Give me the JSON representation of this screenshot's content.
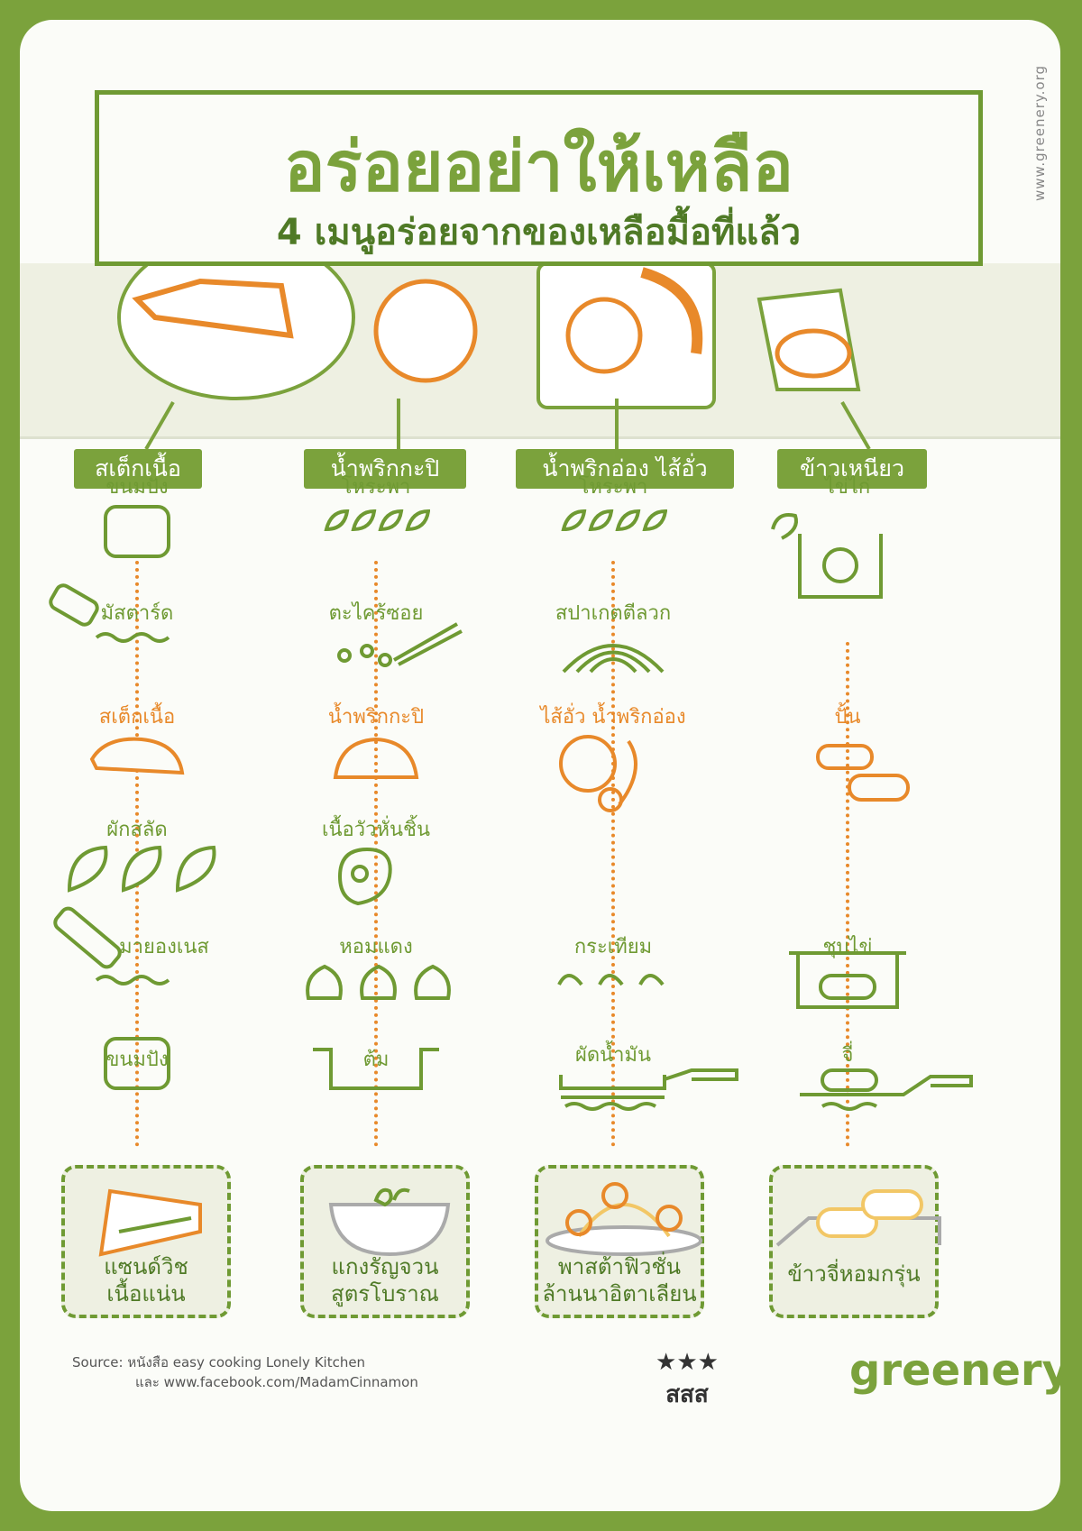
{
  "header": {
    "title": "อร่อยอย่าให้เหลือ",
    "subtitle": "4 เมนูอร่อยจากของเหลือมื้อที่แล้ว",
    "side_url": "www.greenery.org"
  },
  "colors": {
    "green": "#7ba23c",
    "dark_green": "#4f7a26",
    "orange": "#e8892a"
  },
  "columns": [
    {
      "leftover": "สเต็กเนื้อ",
      "steps": [
        "ขนมปัง",
        "มัสตาร์ด",
        "สเต็กเนื้อ",
        "ผักสลัด",
        "มายองเนส",
        "ขนมปัง"
      ],
      "result": [
        "แซนด์วิช",
        "เนื้อแน่น"
      ]
    },
    {
      "leftover": "น้ำพริกกะปิ",
      "steps": [
        "โหระพา",
        "ตะไคร้ซอย",
        "น้ำพริกกะปิ",
        "เนื้อวัวหั่นชิ้น",
        "หอมแดง",
        "ต้ม"
      ],
      "result": [
        "แกงรัญจวน",
        "สูตรโบราณ"
      ]
    },
    {
      "leftover": "น้ำพริกอ่อง ไส้อั่ว",
      "steps": [
        "โหระพา",
        "สปาเกตตีลวก",
        "ไส้อั่ว น้ำพริกอ่อง",
        "กระเทียม",
        "ผัดน้ำมัน"
      ],
      "result": [
        "พาสต้าฟิวชั่น",
        "ล้านนาอิตาเลียน"
      ]
    },
    {
      "leftover": "ข้าวเหนียว",
      "steps": [
        "ไข่ไก่",
        "ปั้น",
        "ชุบไข่",
        "จี่"
      ],
      "result": [
        "ข้าวจี่หอมกรุ่น"
      ]
    }
  ],
  "footer": {
    "source_line1": "Source: หนังสือ easy cooking Lonely Kitchen",
    "source_line2": "และ www.facebook.com/MadamCinnamon",
    "partner_logo": "สสส",
    "brand_logo": "greenery."
  }
}
